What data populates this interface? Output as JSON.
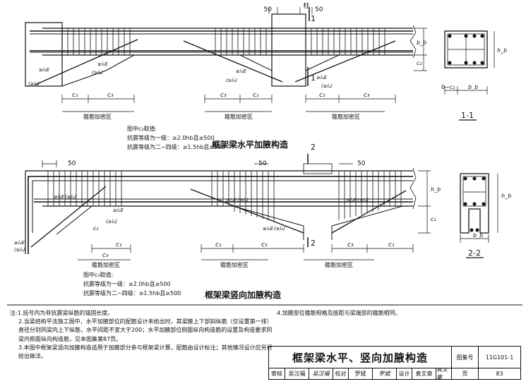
{
  "diagram": {
    "top_title": "框架梁水平加腋构造",
    "bottom_title": "框架梁竖向加腋构造",
    "column_label": "柱",
    "dim_50": "50",
    "zone_label": "箍筋加密区",
    "c1": "c₁",
    "c2": "c₂",
    "c3": "c₃",
    "lae": "≥lₐE",
    "la": "(≥lₐ)",
    "bb": "b_b",
    "hb": "h_b",
    "section_mark_1": "1",
    "section_mark_2": "2",
    "section_1_label": "1-1",
    "section_2_label": "2-2",
    "section_1_dim": "0−c₂",
    "top_c3_note": {
      "line1": "图中c₃取值:",
      "line2": "抗震等级为一级：≥2.0hb且≥500",
      "line3": "抗震等级为二~四级：≥1.5hb且≥500"
    },
    "bottom_c3_note": {
      "line1": "图中c₃取值:",
      "line2": "抗震等级为一级：≥2.0hb且≥500",
      "line3": "抗震等级为二~四级：≥1.5hb且≥500"
    }
  },
  "notes": {
    "n1": "注:1.括号内为非抗震梁纵筋的锚固长度。",
    "n2": "2.当梁结构平法施工图中，水平加腋部位的配筋设计未给出时，其梁腋上下部斜纵筋（仅设置第一排）直径分别同梁内上下纵筋，水平间距不宜大于200；水平加腋部位侧面纵向构造筋的设置及构造要求同梁内侧面纵向构造筋，见本图集第87页。",
    "n3": "3.本图中框架梁竖向加腋构造适用于加腋部分参与框架梁计算，配筋由设计标注；其他情况设计应另行给出做法。",
    "n4": "4.加腋部位箍筋规格及肢距与梁端部的箍筋相同。"
  },
  "title_block": {
    "title": "框架梁水平、竖向加腋构造",
    "atlas_label": "图集号",
    "atlas_no": "11G101-1",
    "row": [
      "审核",
      "吴汉福",
      "吴汉福",
      "校对",
      "罗斌",
      "罗斌",
      "设计",
      "袁文章",
      "袁文章"
    ],
    "page_label": "页",
    "page_no": "83"
  }
}
